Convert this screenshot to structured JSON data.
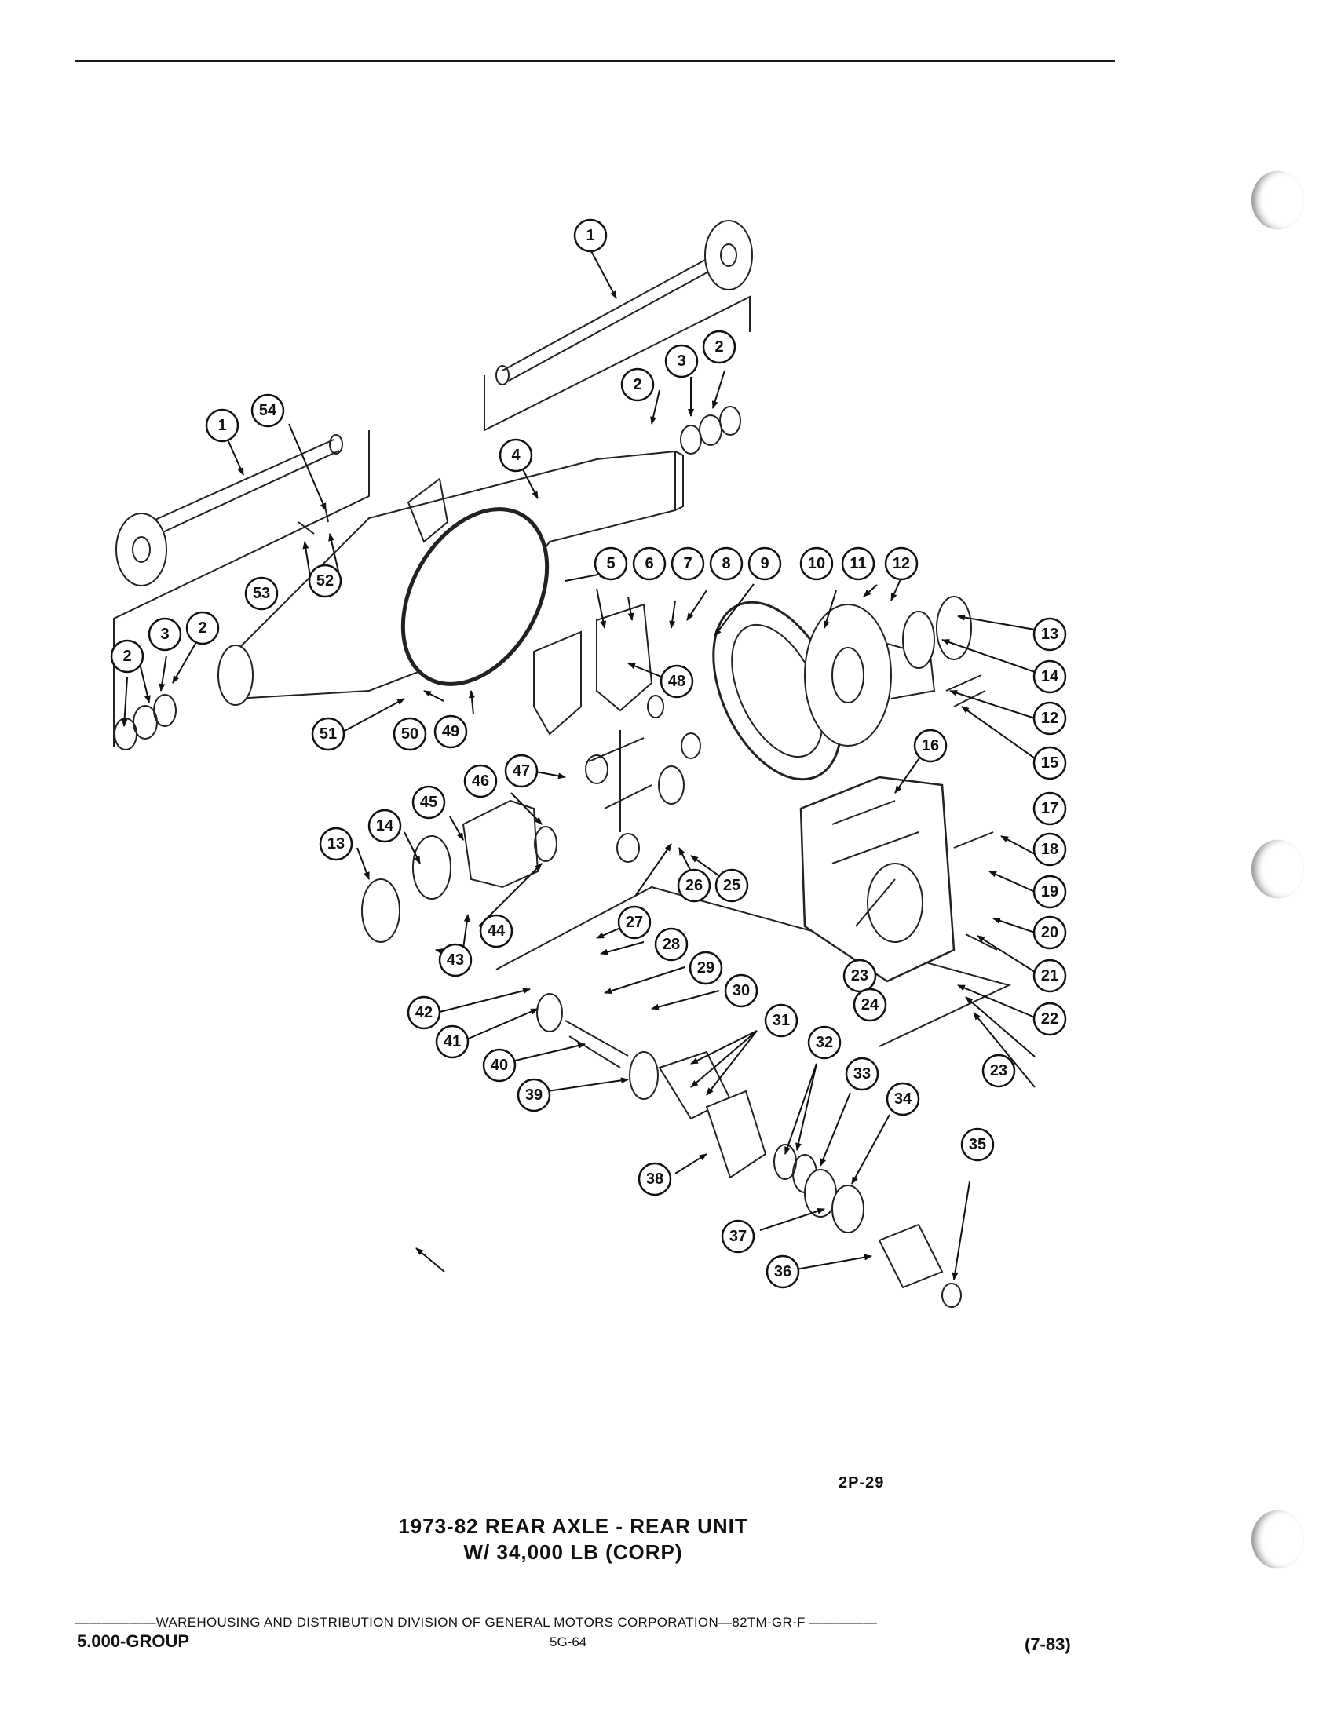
{
  "diagram": {
    "callouts": [
      "1",
      "1",
      "2",
      "2",
      "2",
      "2",
      "3",
      "3",
      "4",
      "5",
      "6",
      "7",
      "8",
      "9",
      "10",
      "11",
      "12",
      "12",
      "13",
      "13",
      "14",
      "14",
      "15",
      "16",
      "17",
      "18",
      "19",
      "20",
      "21",
      "22",
      "23",
      "23",
      "24",
      "25",
      "26",
      "27",
      "28",
      "29",
      "30",
      "31",
      "32",
      "33",
      "34",
      "35",
      "36",
      "37",
      "38",
      "39",
      "40",
      "41",
      "42",
      "43",
      "44",
      "45",
      "46",
      "47",
      "48",
      "49",
      "50",
      "51",
      "52",
      "53",
      "54"
    ]
  },
  "page_number": "2P-29",
  "caption": {
    "line1": "1973-82 REAR AXLE - REAR UNIT",
    "line2": "W/ 34,000 LB (CORP)"
  },
  "footer": {
    "line": "——————WAREHOUSING AND DISTRIBUTION  DIVISION OF GENERAL MOTORS CORPORATION—82TM-GR-F  —————",
    "left": "5.000-GROUP",
    "center": "5G-64",
    "right": "(7-83)"
  }
}
